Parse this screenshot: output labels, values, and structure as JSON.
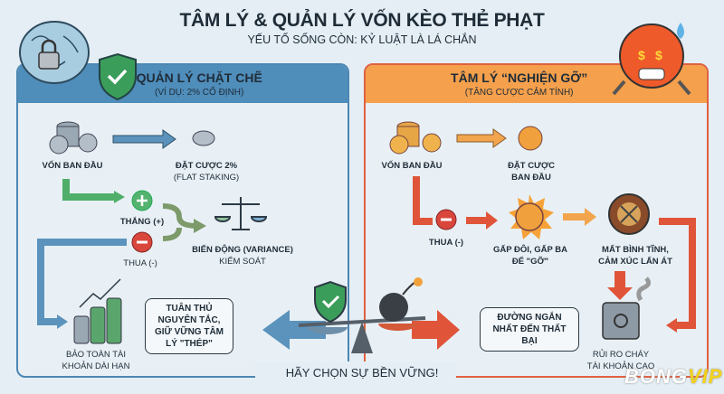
{
  "title": "TÂM LÝ & QUẢN LÝ VỐN KÈO THẺ PHẠT",
  "subtitle": "YẾU TỐ SỐNG CÒN: KỶ LUẬT LÀ LÁ CHẮN",
  "left_panel": {
    "heading": "QUẢN LÝ CHẶT CHẼ",
    "subheading": "(VÍ DỤ: 2% CỐ ĐỊNH)",
    "start": "VỐN BAN ĐẦU",
    "bet_line1": "ĐẶT CƯỢC 2%",
    "bet_line2": "(FLAT STAKING)",
    "win": "THẮNG (+)",
    "lose": "THUA (-)",
    "variance_line1": "BIẾN ĐỘNG (VARIANCE)",
    "variance_line2": "KIỂM SOÁT",
    "preserve_line1": "BẢO TOÀN TÀI",
    "preserve_line2": "KHOẢN DÀI HẠN",
    "bubble": "TUÂN THỦ NGUYÊN TẮC, GIỮ VỮNG TÂM LÝ \"THÉP\"",
    "color": "#4f8dba"
  },
  "right_panel": {
    "heading": "TÂM LÝ “NGHIỆN GỠ”",
    "subheading": "(TĂNG CƯỢC CẢM TÍNH)",
    "start": "VỐN BAN ĐẦU",
    "bet_line1": "ĐẶT CƯỢC",
    "bet_line2": "BAN ĐẦU",
    "lose": "THUA (-)",
    "double_line1": "GẤP ĐÔI, GẤP BA",
    "double_line2": "ĐỂ \"GỠ\"",
    "tilt_line1": "MẤT BÌNH TĨNH,",
    "tilt_line2": "CẢM XÚC LẤN ÁT",
    "risk_line1": "RỦI RO CHÁY",
    "risk_line2": "TÀI KHOẢN CAO",
    "bubble": "ĐƯỜNG NGẮN NHẤT ĐẾN THẤT BẠI",
    "color": "#f5a04c"
  },
  "center": {
    "slogan": "HÃY CHỌN SỰ BỀN VỮNG!"
  },
  "watermark": {
    "part1": "BONG",
    "part2": "VIP"
  }
}
